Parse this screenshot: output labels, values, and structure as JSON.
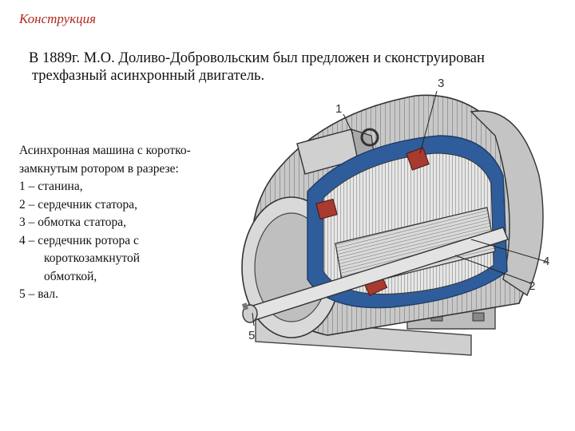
{
  "heading": "Конструкция",
  "intro": {
    "line1": "В 1889г. М.О. Доливо-Добровольским был  предложен и сконструирован",
    "line2": "трехфазный асинхронный двигатель."
  },
  "caption": {
    "line1": "Асинхронная машина с коротко-",
    "line2": "замкнутым ротором в разрезе:",
    "item1": "1 – станина,",
    "item2": "2 – сердечник статора,",
    "item3": "3 – обмотка статора,",
    "item4_a": "4 – сердечник ротора с",
    "item4_b": "короткозамкнутой",
    "item4_c": "обмоткой,",
    "item5": "5 – вал."
  },
  "callouts": {
    "c1": "1",
    "c2": "2",
    "c3": "3",
    "c4": "4",
    "c5": "5"
  },
  "colors": {
    "heading": "#b0281c",
    "stator_blue": "#2f5d9b",
    "housing_gray": "#b9b9b9",
    "winding_red": "#a83a2e"
  }
}
